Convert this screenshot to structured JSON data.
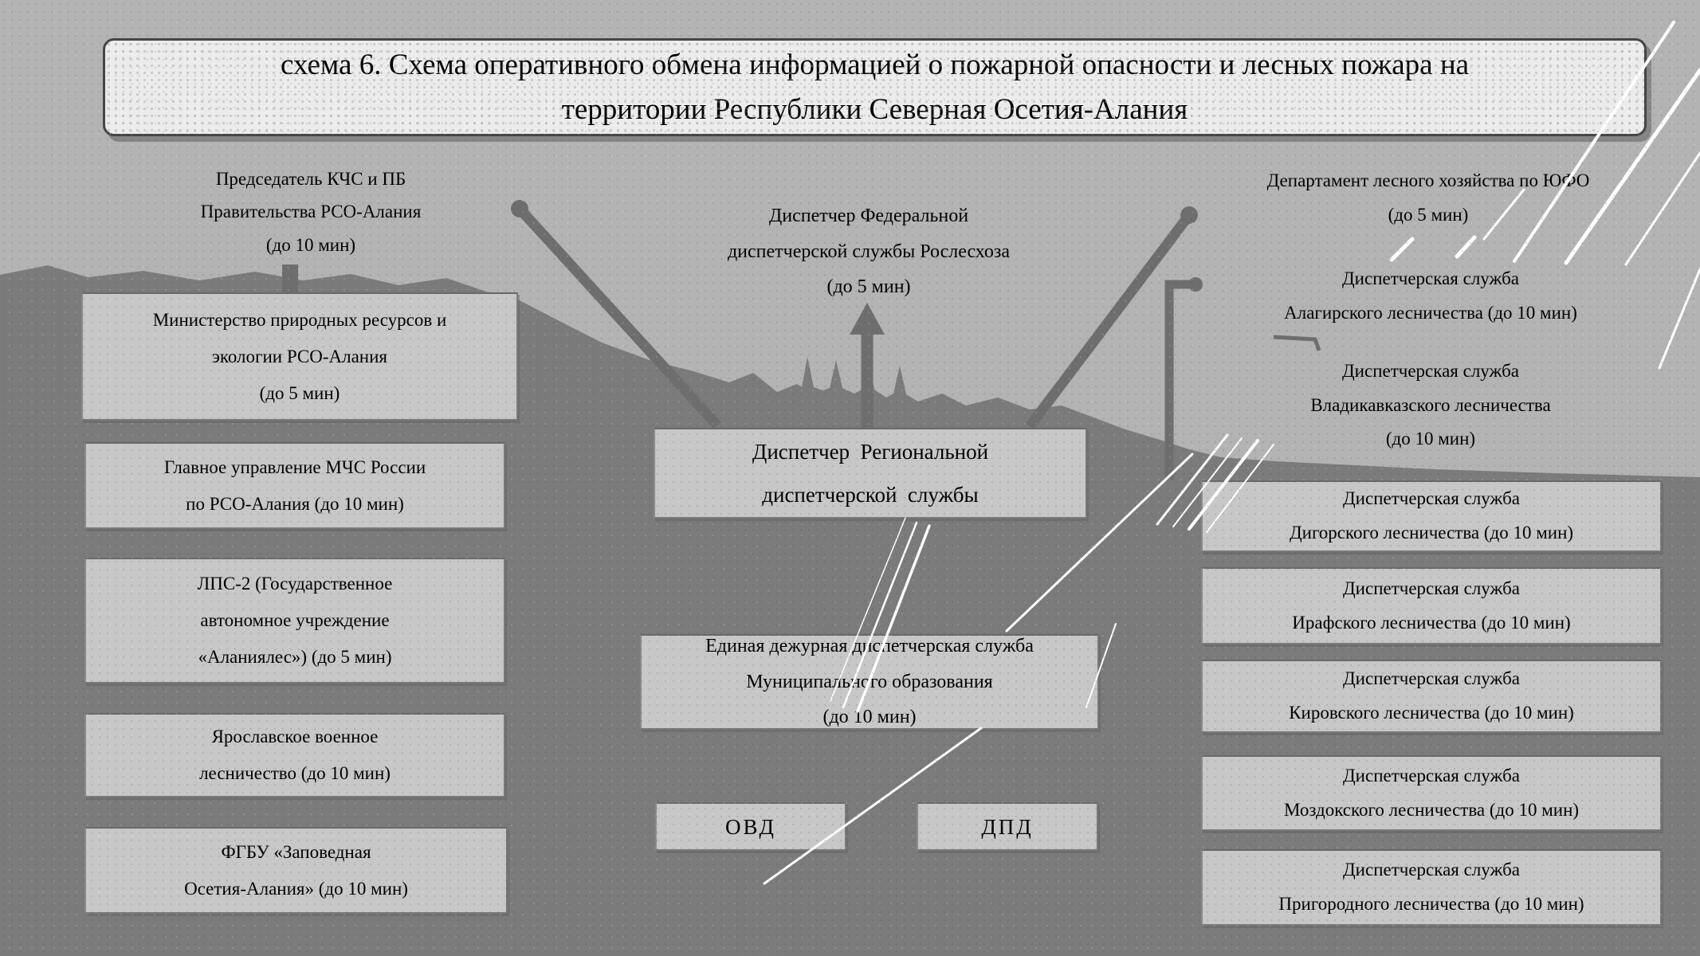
{
  "title": {
    "text": "схема 6. Схема оперативного обмена информацией о пожарной опасности и лесных пожара на\nтерритории Республики Северная Осетия-Алания"
  },
  "nodes": {
    "chairman": {
      "label": "Председатель КЧС и ПБ\nПравительства РСО-Алания\n(до 10 мин)"
    },
    "ministry": {
      "label": "Министерство природных ресурсов и\nэкологии РСО-Алания\n(до 5 мин)"
    },
    "emercom": {
      "label": "Главное управление МЧС России\nпо РСО-Алания (до 10 мин)"
    },
    "lps2": {
      "label": "ЛПС-2 (Государственное\nавтономное учреждение\n«Аланиялес») (до 5 мин)"
    },
    "military_forestry": {
      "label": "Ярославское военное\nлесничество (до 10 мин)"
    },
    "fgbu": {
      "label": "ФГБУ «Заповедная\nОсетия-Алания» (до 10 мин)"
    },
    "federal": {
      "label": "Диспетчер Федеральной\nдиспетчерской службы Рослесхоза\n(до 5 мин)"
    },
    "regional": {
      "label": "Диспетчер  Региональной\nдиспетчерской  службы"
    },
    "edds": {
      "label": "Единая дежурная диспетчерская служба\nМуниципального образования\n(до 10 мин)"
    },
    "ovd": {
      "label": "ОВД"
    },
    "dpd": {
      "label": "ДПД"
    },
    "dept_ufo": {
      "label": "Департамент лесного хозяйства по ЮФО\n(до 5 мин)"
    },
    "alagir": {
      "label": "Диспетчерская служба\nАлагирского лесничества (до 10 мин)"
    },
    "vladikavkaz": {
      "label": "Диспетчерская служба\nВладикавказского лесничества\n(до 10 мин)"
    },
    "digora": {
      "label": "Диспетчерская служба\nДигорского лесничества (до 10 мин)"
    },
    "iraf": {
      "label": "Диспетчерская служба\nИрафского лесничества (до 10 мин)"
    },
    "kirov": {
      "label": "Диспетчерская служба\nКировского лесничества (до 10 мин)"
    },
    "mozdok": {
      "label": "Диспетчерская служба\nМоздокского лесничества (до 10 мин)"
    },
    "prigorod": {
      "label": "Диспетчерская служба\nПригородного лесничества (до 10 мин)"
    }
  },
  "connections": [
    {
      "from": "regional",
      "to": "chairman",
      "type": "diagonal-arrow"
    },
    {
      "from": "regional",
      "to": "federal",
      "type": "vertical-arrow-up"
    },
    {
      "from": "regional",
      "to": "dept_ufo",
      "type": "diagonal-arrow"
    },
    {
      "from": "regional",
      "to": "alagir",
      "type": "elbow-line"
    },
    {
      "from": "chairman",
      "to": "ministry",
      "type": "short-bar"
    }
  ],
  "colors": {
    "background_light": "#b3b3b3",
    "background_dark": "#7b7b7b",
    "box_fill": "#c7c7c7",
    "title_fill": "#ececec",
    "connector_gray": "#6e6e6e",
    "scratch_white": "#ffffff",
    "text": "#000000"
  }
}
